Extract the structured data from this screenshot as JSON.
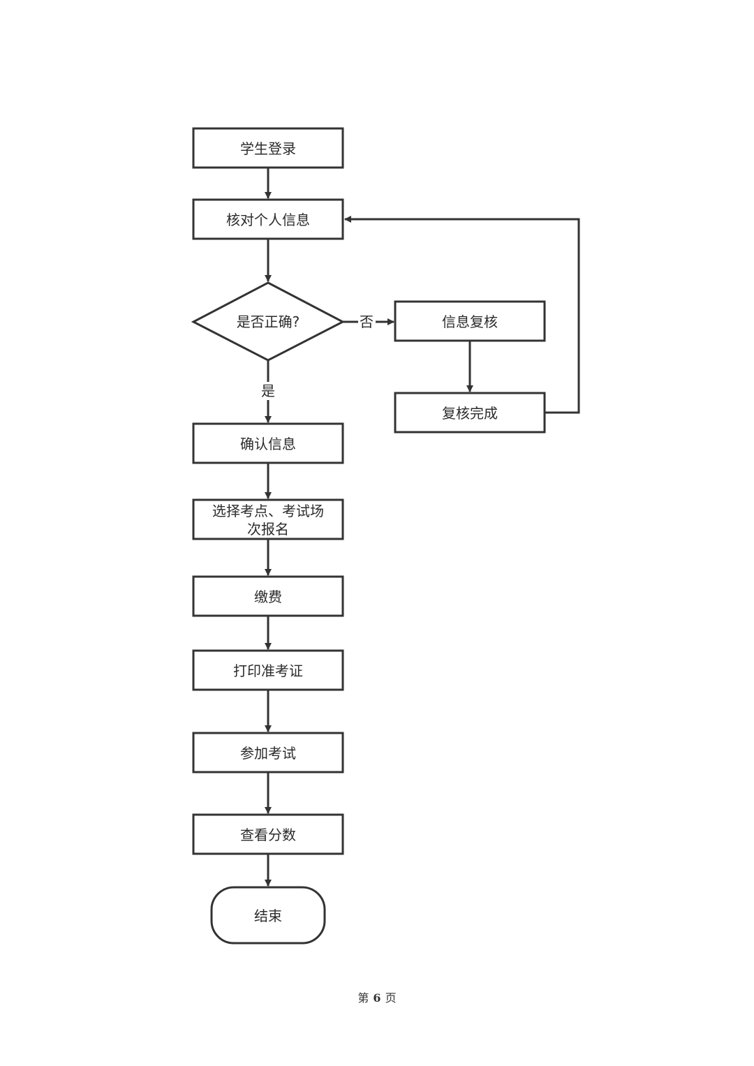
{
  "nodes": {
    "login": "学生登录",
    "verify_info": "核对个人信息",
    "is_correct": "是否正确?",
    "info_review": "信息复核",
    "review_done": "复核完成",
    "confirm_info": "确认信息",
    "select_site_line1": "选择考点、考试场",
    "select_site_line2": "次报名",
    "pay": "缴费",
    "print_ticket": "打印准考证",
    "take_exam": "参加考试",
    "check_score": "查看分数",
    "end": "结束"
  },
  "edges": {
    "no_label": "否",
    "yes_label": "是"
  },
  "footer": {
    "prefix": "第",
    "page_number": "6",
    "suffix": "页"
  }
}
